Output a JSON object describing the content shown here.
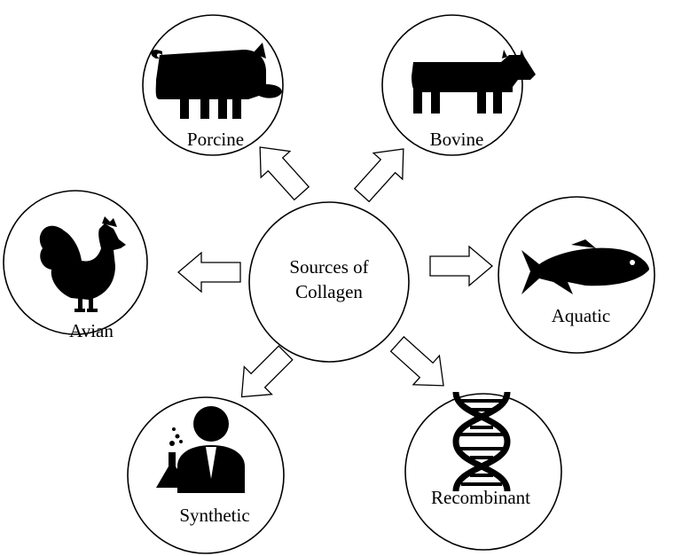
{
  "diagram": {
    "center": {
      "line1": "Sources of",
      "line2": "Collagen"
    },
    "nodes": [
      {
        "id": "porcine",
        "label": "Porcine",
        "icon": "pig-icon"
      },
      {
        "id": "bovine",
        "label": "Bovine",
        "icon": "cow-icon"
      },
      {
        "id": "avian",
        "label": "Avian",
        "icon": "rooster-icon"
      },
      {
        "id": "aquatic",
        "label": "Aquatic",
        "icon": "fish-icon"
      },
      {
        "id": "synthetic",
        "label": "Synthetic",
        "icon": "scientist-icon"
      },
      {
        "id": "recombinant",
        "label": "Recombinant",
        "icon": "dna-icon"
      }
    ]
  }
}
